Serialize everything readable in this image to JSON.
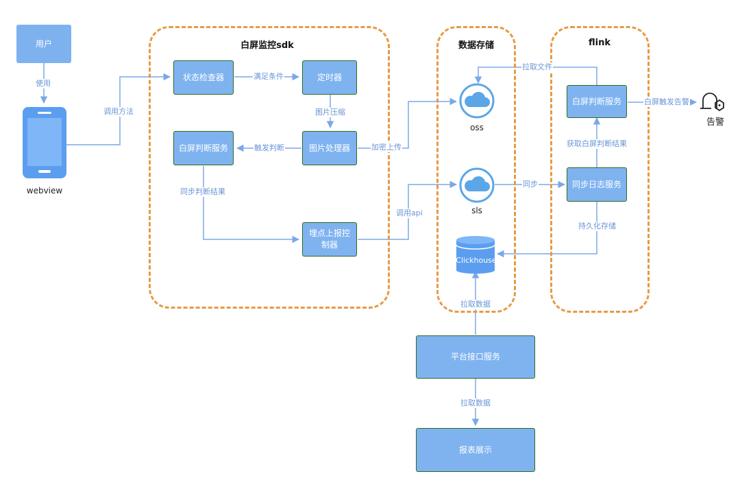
{
  "groups": {
    "sdk": {
      "title": "白屏监控sdk"
    },
    "storage": {
      "title": "数据存储"
    },
    "flink": {
      "title": "flink"
    }
  },
  "nodes": {
    "user": "用户",
    "status_checker": "状态检查器",
    "timer": "定时器",
    "image_processor": "图片处理器",
    "sdk_judge": "白屏判断服务",
    "tracking_line1": "埋点上报控",
    "tracking_line2": "制器",
    "flink_judge": "白屏判断服务",
    "sync_log": "同步日志服务",
    "platform_api": "平台接口服务",
    "report": "报表展示",
    "oss": "oss",
    "sls": "sls",
    "clickhouse": "Clickhouse",
    "webview": "webview",
    "alert": "告警"
  },
  "edges": {
    "use": "使用",
    "call_method": "调用方法",
    "meets_condition": "满足条件",
    "image_compress": "图片压缩",
    "trigger_judge": "触发判断",
    "sync_result": "同步判断结果",
    "encrypt_upload": "加密上传",
    "call_api": "调用api",
    "fetch_file": "拉取文件",
    "white_alert": "白屏触发告警",
    "get_result": "获取白屏判断结果",
    "sync": "同步",
    "persist": "持久化存储",
    "pull_data_1": "拉取数据",
    "pull_data_2": "拉取数据"
  },
  "colors": {
    "box_fill": "#7fb3f0",
    "box_border": "#2d6a1f",
    "group_border": "#e59a45",
    "arrow": "#7aa8e8",
    "label_text": "#6a96d6"
  }
}
